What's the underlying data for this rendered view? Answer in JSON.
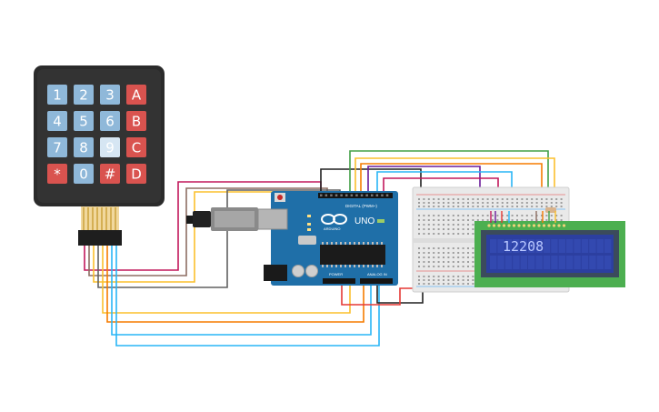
{
  "keypad": {
    "keys": [
      [
        "1",
        "2",
        "3",
        "A"
      ],
      [
        "4",
        "5",
        "6",
        "B"
      ],
      [
        "7",
        "8",
        "9",
        "C"
      ],
      [
        "*",
        "0",
        "#",
        "D"
      ]
    ],
    "pressed": "9",
    "colors": {
      "body": "#2b2b2b",
      "number": "#8fb8d9",
      "letter": "#d9534f",
      "pressed": "#d6e6f3"
    }
  },
  "arduino": {
    "board_name": "UNO",
    "brand": "ARDUINO",
    "digital_label": "DIGITAL (PWM~)",
    "power_label": "POWER",
    "analog_label": "ANALOG IN",
    "color": "#1f6fa8"
  },
  "lcd": {
    "line1": "12208",
    "line2": "",
    "colors": {
      "pcb": "#4caf50",
      "screen": "#2c3fa0",
      "text": "#b8c7ff"
    }
  },
  "wire_colors": [
    "#c2185b",
    "#8d6e63",
    "#fbc02d",
    "#f57c00",
    "#29b6f6",
    "#6a1b9a",
    "#e53935",
    "#43a047",
    "#616161",
    "#212121"
  ]
}
